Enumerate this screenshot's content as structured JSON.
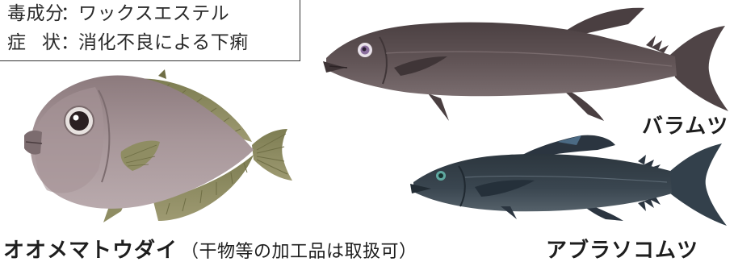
{
  "info_box": {
    "line1_key": "毒成分",
    "line1_sep": "：",
    "line1_value": "ワックスエステル",
    "line2_key": "症状",
    "line2_sep": "：",
    "line2_value": "消化不良による下痢"
  },
  "fish": {
    "baramutsu": {
      "name": "バラムツ",
      "body_color": "#5e5153",
      "fin_color": "#4a3f41"
    },
    "aburasokomutsu": {
      "name": "アブラソコムツ",
      "body_color": "#36414a",
      "fin_color": "#2b3540"
    },
    "oomematoudai": {
      "name": "オオメマトウダイ",
      "note": "（干物等の加工品は取扱可）",
      "body_color": "#9d8a8c",
      "fin_color": "#8a8a5c"
    }
  }
}
